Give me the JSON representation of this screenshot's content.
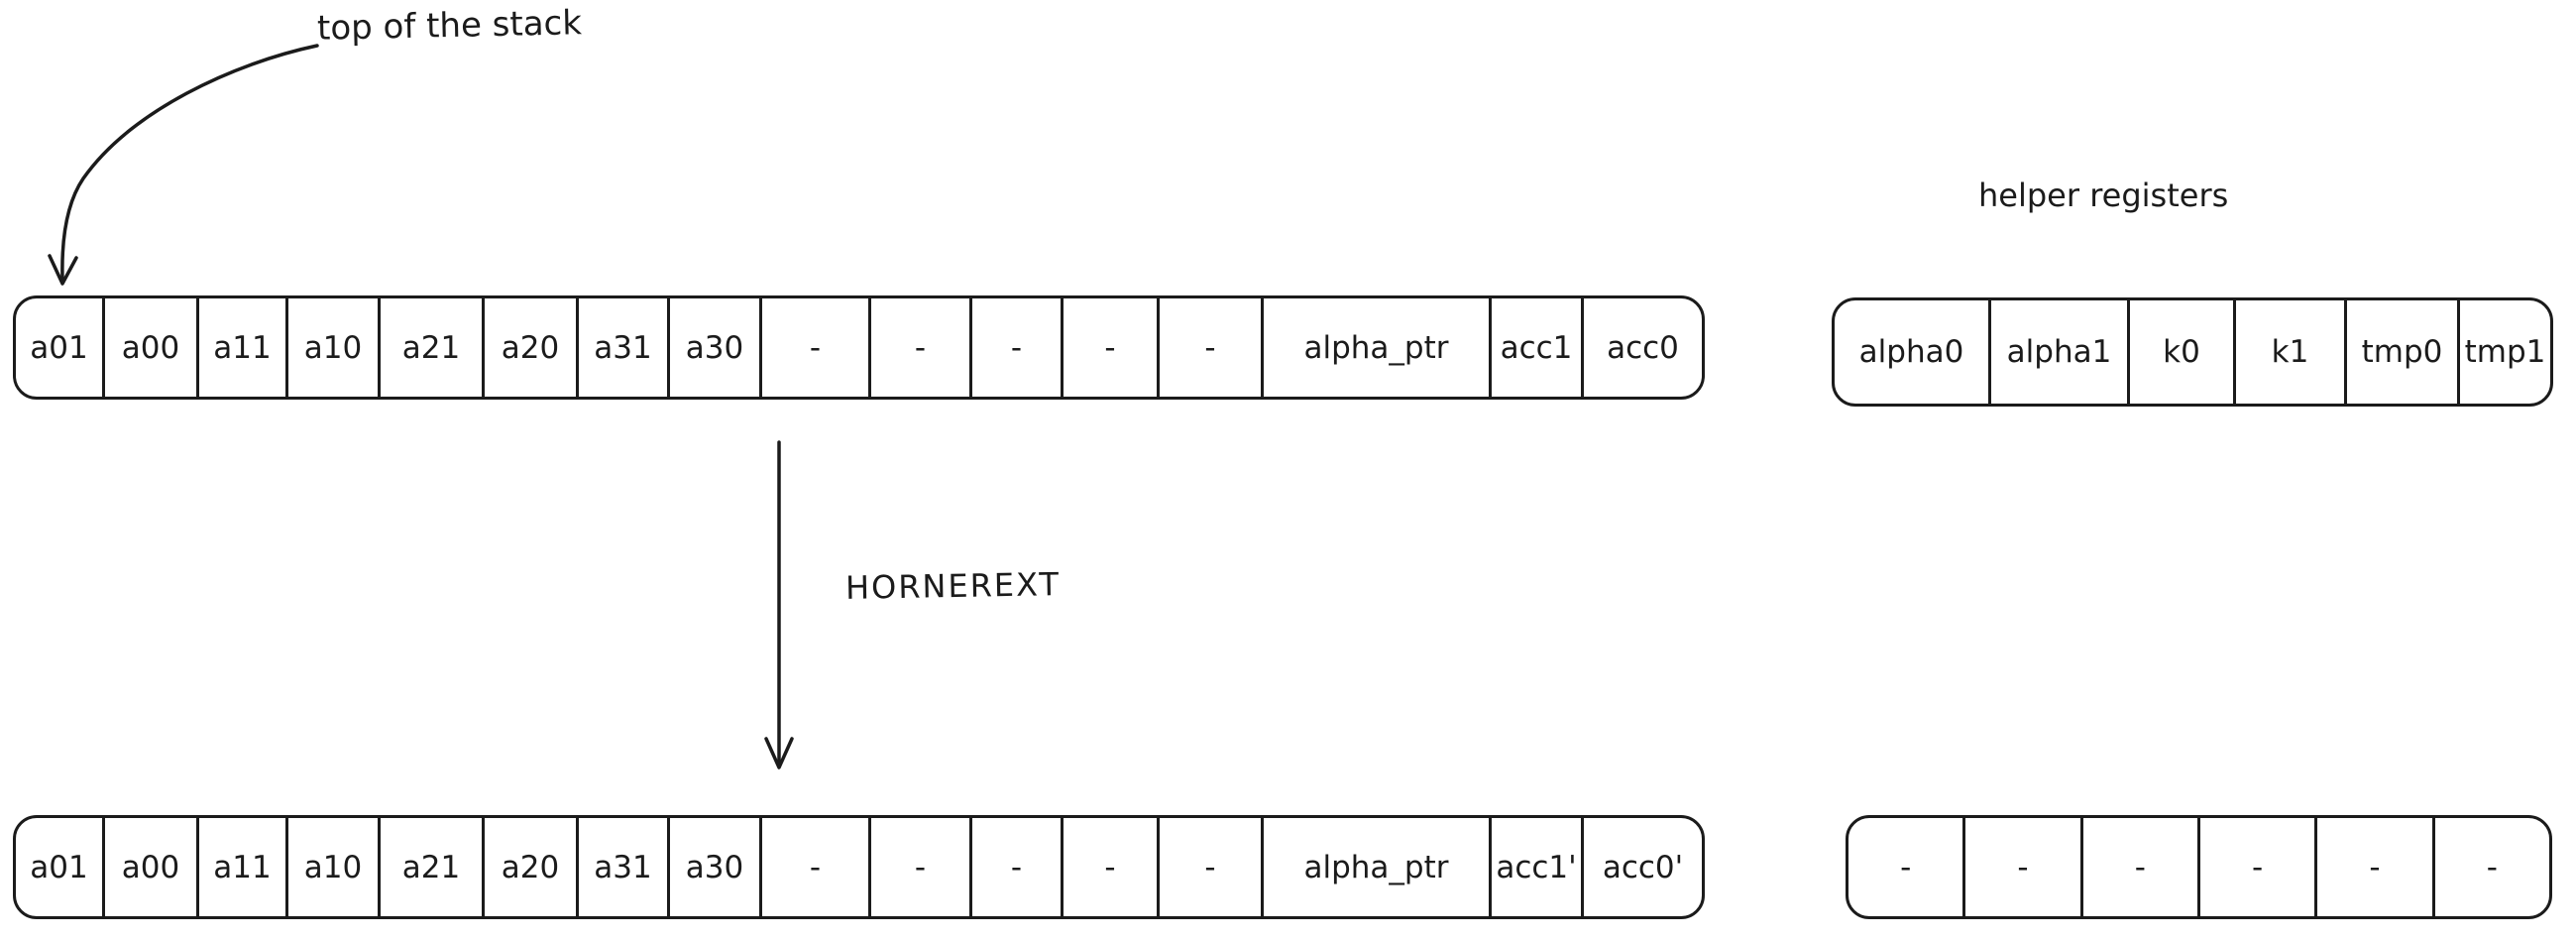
{
  "annotations": {
    "top_of_stack_label": "top of the stack",
    "helper_registers_label": "helper registers",
    "operation_label": "HORNEREXT"
  },
  "stack_before": {
    "cells": [
      "a01",
      "a00",
      "a11",
      "a10",
      "a21",
      "a20",
      "a31",
      "a30",
      "-",
      "-",
      "-",
      "-",
      "-",
      "alpha_ptr",
      "acc1",
      "acc0"
    ]
  },
  "stack_after": {
    "cells": [
      "a01",
      "a00",
      "a11",
      "a10",
      "a21",
      "a20",
      "a31",
      "a30",
      "-",
      "-",
      "-",
      "-",
      "-",
      "alpha_ptr",
      "acc1'",
      "acc0'"
    ]
  },
  "helper_before": {
    "cells": [
      "alpha0",
      "alpha1",
      "k0",
      "k1",
      "tmp0",
      "tmp1"
    ]
  },
  "helper_after": {
    "cells": [
      "-",
      "-",
      "-",
      "-",
      "-",
      "-"
    ]
  },
  "colors": {
    "ink": "#1b1b1b",
    "background": "#ffffff"
  }
}
